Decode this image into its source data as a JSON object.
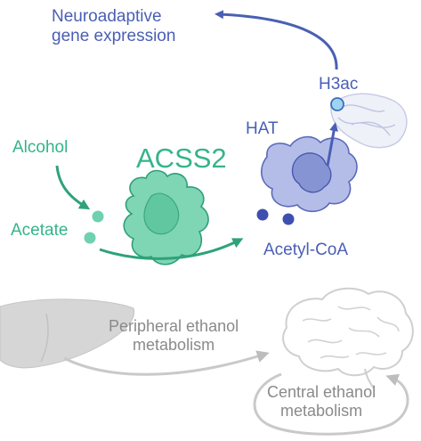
{
  "labels": {
    "neuro_line1": "Neuroadaptive",
    "neuro_line2": "gene expression",
    "h3ac": "H3ac",
    "hat": "HAT",
    "alcohol": "Alcohol",
    "acss2": "ACSS2",
    "acetate": "Acetate",
    "acetyl_coa": "Acetyl-CoA",
    "peripheral_line1": "Peripheral ethanol",
    "peripheral_line2": "metabolism",
    "central_line1": "Central ethanol",
    "central_line2": "metabolism"
  },
  "colors": {
    "blue": "#4a5fb4",
    "green": "#34b48a",
    "gray": "#8a8a8a",
    "light_gray": "#c9c9c9"
  },
  "icons": {
    "liver": "liver-icon",
    "brain": "brain-icon",
    "acss2": "acss2-enzyme-icon",
    "hat": "hat-enzyme-icon",
    "histone": "histone-icon"
  }
}
